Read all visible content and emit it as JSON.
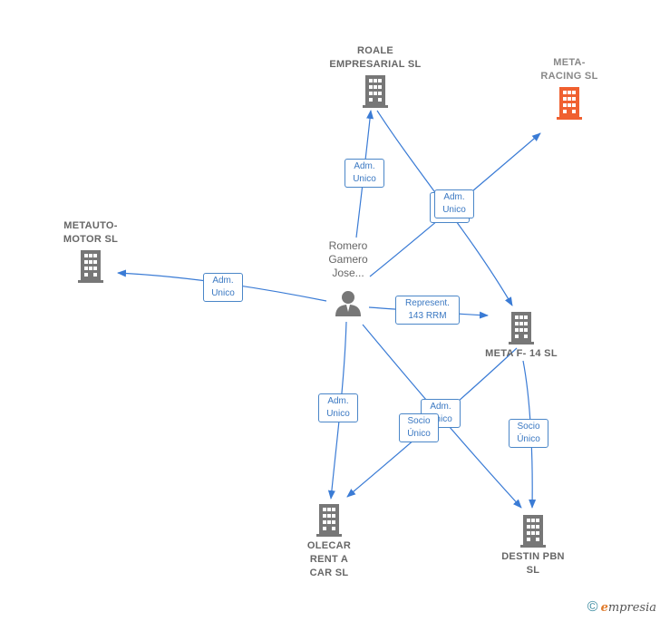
{
  "nodes": {
    "roale": "ROALE\nEMPRESARIAL SL",
    "meta_racing": "META-\nRACING  SL",
    "metauto": "METAUTO-\nMOTOR  SL",
    "person": "Romero\nGamero\nJose...",
    "meta_f14": "META F- 14 SL",
    "olecar": "OLECAR\nRENT A\nCAR  SL",
    "destin": "DESTIN PBN\nSL"
  },
  "edge_labels": {
    "adm_roale": "Adm.\nUnico",
    "adm_metauto": "Adm.\nUnico",
    "adm_meta_racing": "Adm.\nUnico",
    "represent": "Represent.\n143 RRM",
    "adm_olecar": "Adm.\nUnico",
    "adm_destin": "Adm.\nUnico",
    "socio_olecar": "Socio\nÚnico",
    "socio_destin": "Socio\nÚnico"
  },
  "colors": {
    "edge": "#3a7bd5",
    "building": "#777777",
    "building_main": "#f06030"
  },
  "footer": {
    "copyright": "©",
    "brand_first": "e",
    "brand_rest": "mpresia"
  }
}
